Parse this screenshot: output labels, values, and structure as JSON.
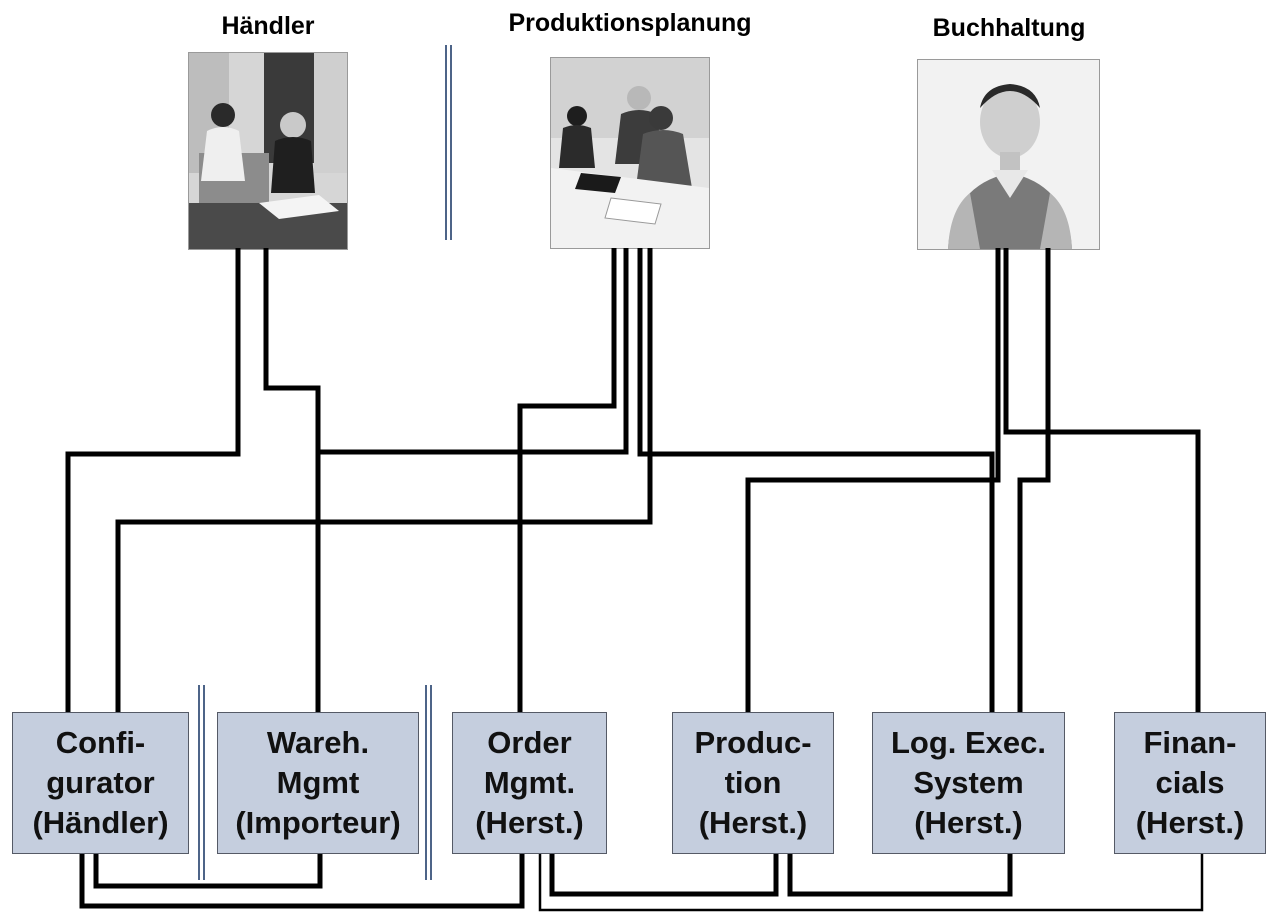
{
  "roles": [
    {
      "id": "haendler",
      "title": "Händler",
      "photo": "meeting-photo"
    },
    {
      "id": "produktion",
      "title": "Produktionsplanung",
      "photo": "team-photo"
    },
    {
      "id": "buchhaltung",
      "title": "Buchhaltung",
      "photo": "portrait-photo"
    }
  ],
  "systems": [
    {
      "id": "configurator",
      "lines": [
        "Confi-",
        "gurator",
        "(Händler)"
      ]
    },
    {
      "id": "warehouse",
      "lines": [
        "Wareh.",
        "Mgmt",
        "(Importeur)"
      ]
    },
    {
      "id": "order",
      "lines": [
        "Order",
        "Mgmt.",
        "(Herst.)"
      ]
    },
    {
      "id": "production",
      "lines": [
        "Produc-",
        "tion",
        "(Herst.)"
      ]
    },
    {
      "id": "les",
      "lines": [
        "Log. Exec.",
        "System",
        "(Herst.)"
      ]
    },
    {
      "id": "financials",
      "lines": [
        "Finan-",
        "cials",
        "(Herst.)"
      ]
    }
  ],
  "colors": {
    "box_fill": "#c5cede",
    "box_border": "#555a66",
    "wire": "#000000",
    "separator": "#4d6488"
  }
}
